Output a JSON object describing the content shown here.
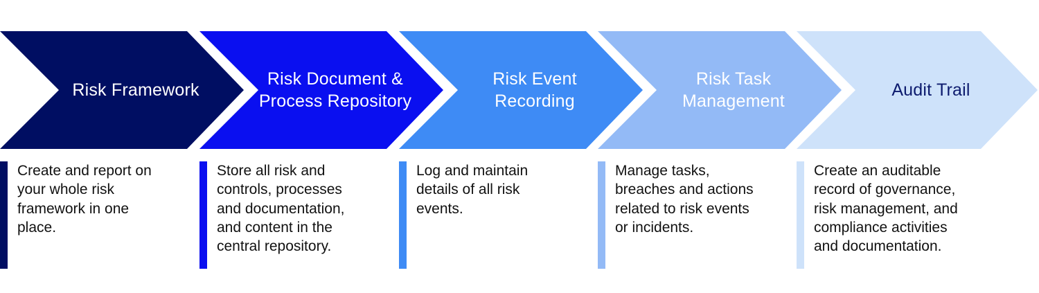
{
  "diagram": {
    "name": "risk-management-process-flow",
    "steps": [
      {
        "id": "risk-framework",
        "label": "Risk Framework",
        "color": "#000e62",
        "label_color": "#ffffff",
        "description": "Create and report on your whole risk framework in one place."
      },
      {
        "id": "risk-document-process-repository",
        "label": "Risk Document &\nProcess Repository",
        "color": "#0a0ff0",
        "label_color": "#ffffff",
        "description": "Store all risk and controls, processes and documentation, and content in the central repository."
      },
      {
        "id": "risk-event-recording",
        "label": "Risk Event\nRecording",
        "color": "#3e8bf5",
        "label_color": "#ffffff",
        "description": "Log and maintain details of all risk events."
      },
      {
        "id": "risk-task-management",
        "label": "Risk Task\nManagement",
        "color": "#93baf6",
        "label_color": "#ffffff",
        "description": "Manage tasks, breaches and actions related to risk events or incidents."
      },
      {
        "id": "audit-trail",
        "label": "Audit Trail",
        "color": "#cee2fa",
        "label_color": "#0d1b6e",
        "description": "Create an auditable record of governance, risk management, and compliance activities and documentation."
      }
    ]
  }
}
